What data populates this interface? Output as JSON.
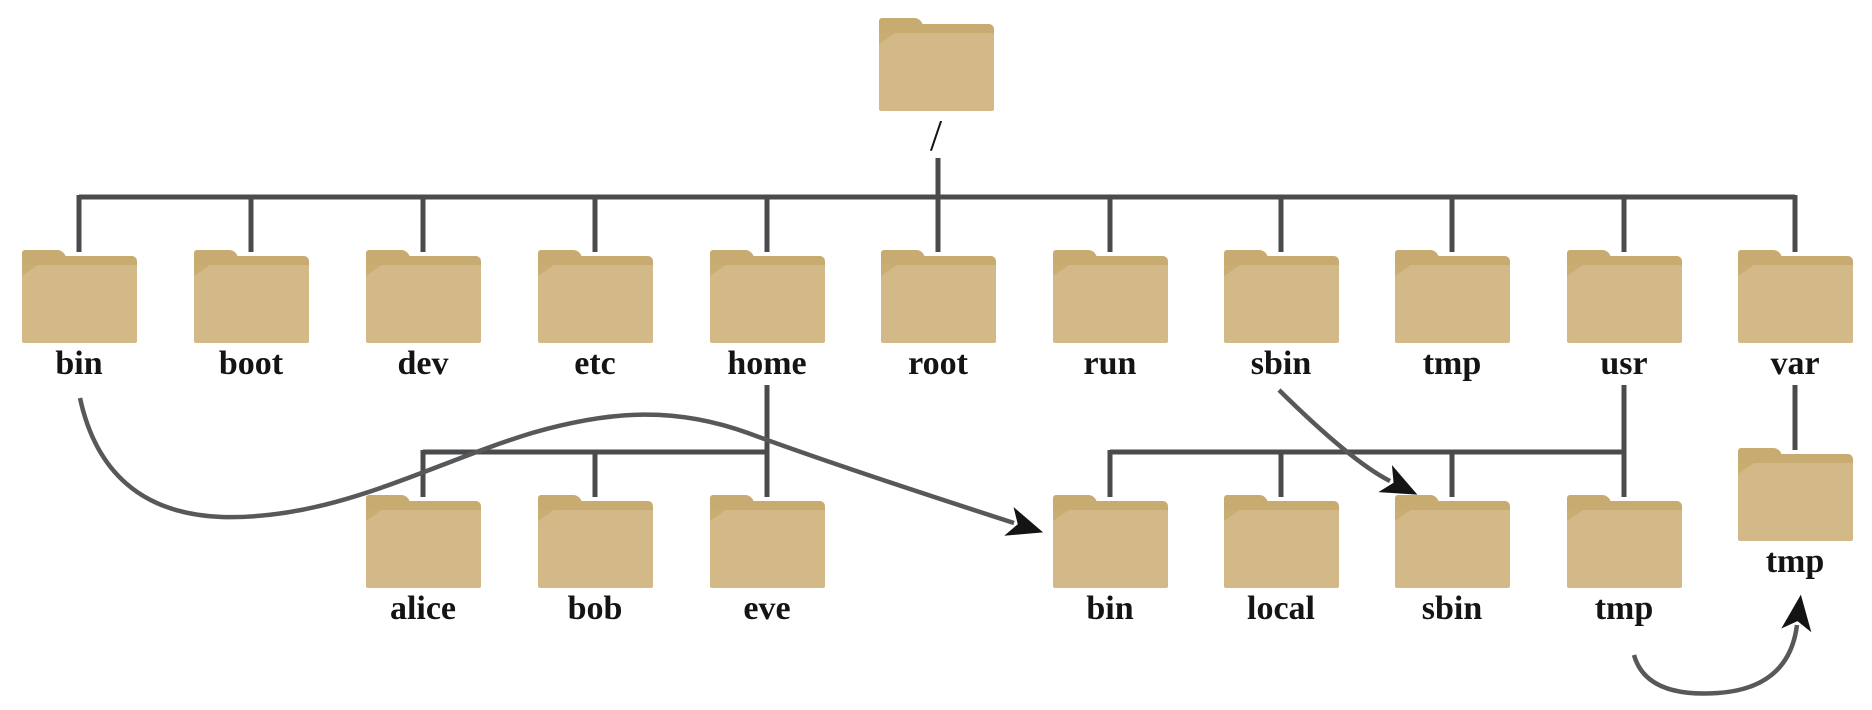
{
  "colors": {
    "background": "#ffffff",
    "folder_body": "#d2b987",
    "folder_tab": "#c7ab70",
    "tree_line": "#4a4b4d",
    "arrow_line": "#57585a",
    "arrow_head": "#141414",
    "label_text": "#141414"
  },
  "tree": {
    "root": {
      "label": "/"
    },
    "level1": [
      {
        "label": "bin"
      },
      {
        "label": "boot"
      },
      {
        "label": "dev"
      },
      {
        "label": "etc"
      },
      {
        "label": "home"
      },
      {
        "label": "root"
      },
      {
        "label": "run"
      },
      {
        "label": "sbin"
      },
      {
        "label": "tmp"
      },
      {
        "label": "usr"
      },
      {
        "label": "var"
      }
    ],
    "home_children": [
      {
        "label": "alice"
      },
      {
        "label": "bob"
      },
      {
        "label": "eve"
      }
    ],
    "usr_children": [
      {
        "label": "bin"
      },
      {
        "label": "local"
      },
      {
        "label": "sbin"
      },
      {
        "label": "tmp"
      }
    ],
    "var_children": [
      {
        "label": "tmp"
      }
    ]
  },
  "symlinks": [
    {
      "from": "bin",
      "to": "usr/bin"
    },
    {
      "from": "sbin",
      "to": "usr/sbin"
    },
    {
      "from": "usr/tmp",
      "to": "var/tmp"
    }
  ]
}
